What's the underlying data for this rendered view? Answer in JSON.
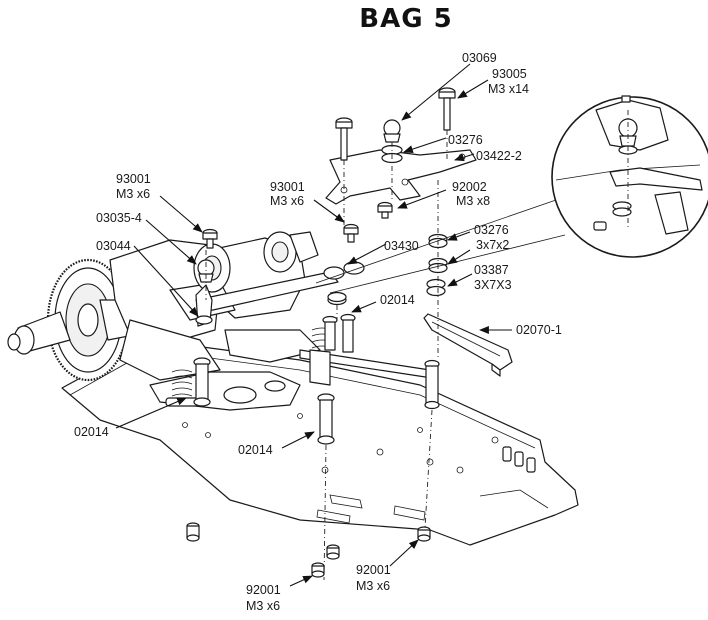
{
  "title": "BAG 5",
  "labels": {
    "l03069": "03069",
    "l93005": "93005",
    "l93005s": "M3 x14",
    "l03276a": "03276",
    "l03422": "03422-2",
    "l93001a": "93001",
    "l93001as": "M3 x6",
    "l92002": "92002",
    "l92002s": "M3 x8",
    "l93001b": "93001",
    "l93001bs": "M3 x6",
    "l03035": "03035-4",
    "l03044": "03044",
    "l03430": "03430",
    "l03276b": "03276",
    "l03276bs": "3x7x2",
    "l03387": "03387",
    "l03387s": "3X7X3",
    "l02014a": "02014",
    "l02070": "02070-1",
    "l02014b": "02014",
    "l02014c": "02014",
    "l92001a": "92001",
    "l92001as": "M3 x6",
    "l92001b": "92001",
    "l92001bs": "M3 x6"
  }
}
